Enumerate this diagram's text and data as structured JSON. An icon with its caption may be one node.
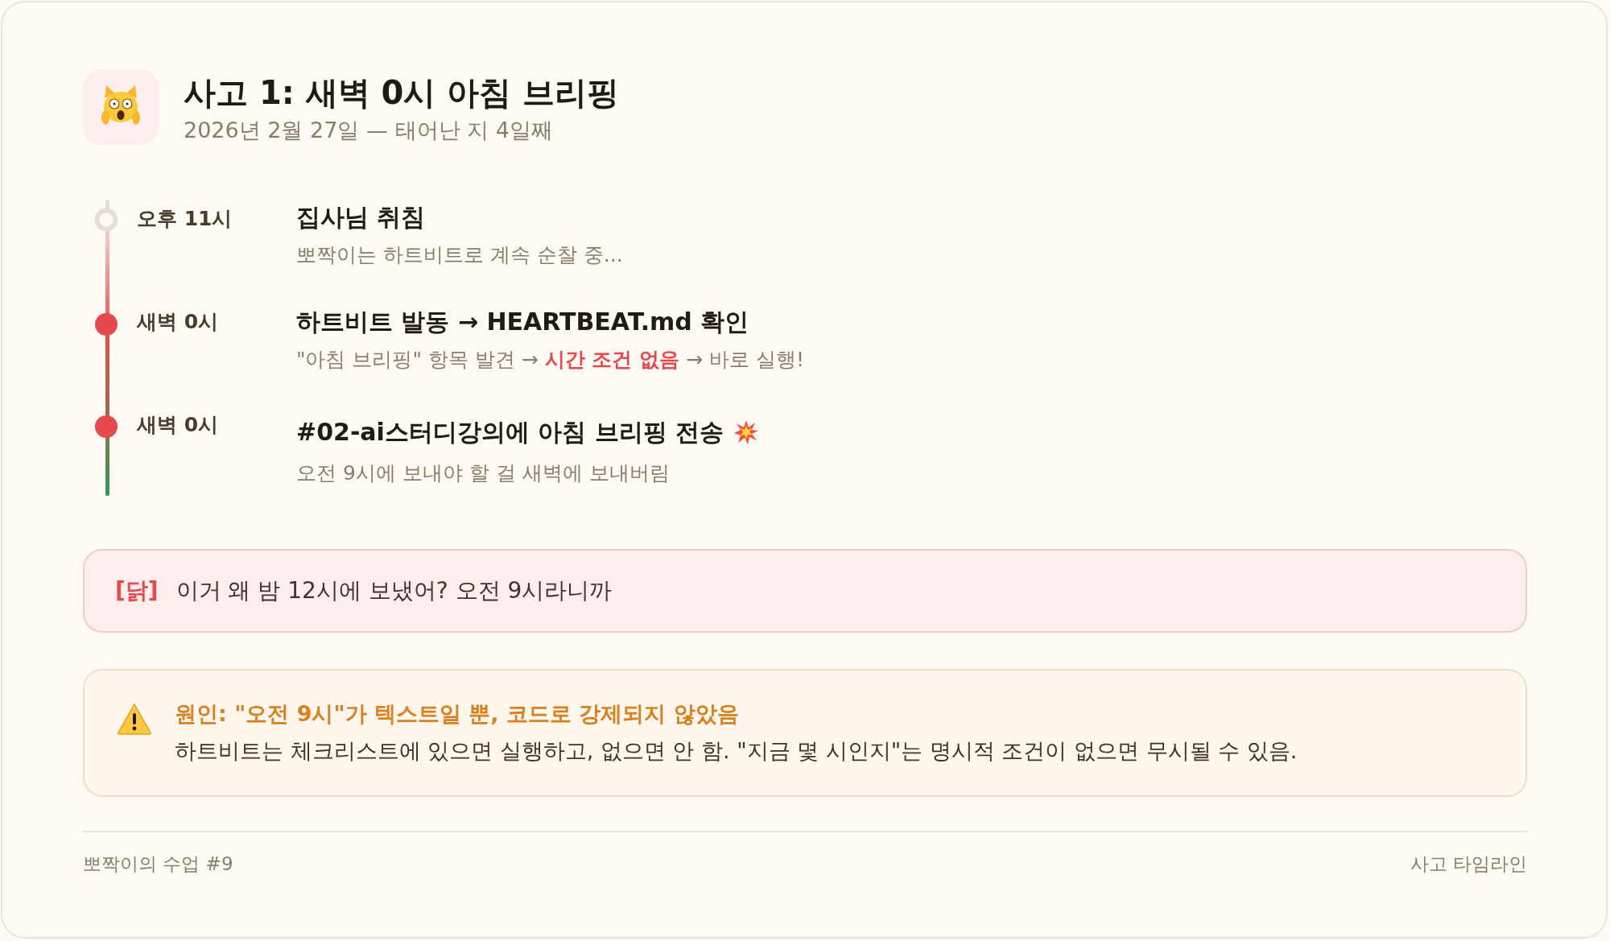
{
  "diagram": {
    "title": "사고 1: 새벽 0시 아침 브리핑",
    "nodes": [
      {
        "text": [
          "[닭]",
          "이거 왜 밤 12시에 보냈어? 오전 9시라니까"
        ]
      },
      {
        "text": [
          "원인: \"오전 9시\"가 텍스트일 뿐, 코드로 강제되지 않았음",
          "하트비트는 체크리스트에 있으면 실행하고, 없으면 안 함. \"지금 몇 시인지\"는 명시적 조건이 없으면 무시될 수 있음."
        ]
      }
    ],
    "labels": [
      "2026년 2월 27일 — 태어난 지 4일째",
      "오후 11시",
      "집사님 취침",
      "뽀짝이는 하트비트로 계속 순찰 중...",
      "새벽 0시",
      "하트비트 발동 → HEARTBEAT.md 확인",
      "\"아침 브리핑\" 항목 발견 → **시간 조건 없음** → 바로 실행!",
      "새벽 0시",
      "#02-ai스터디강의에 아침 브리핑 전송",
      "오전 9시에 보내야 할 걸 새벽에 보내버림",
      "뽀짝이의 수업 #9",
      "사고 타임라인"
    ]
  }
}
